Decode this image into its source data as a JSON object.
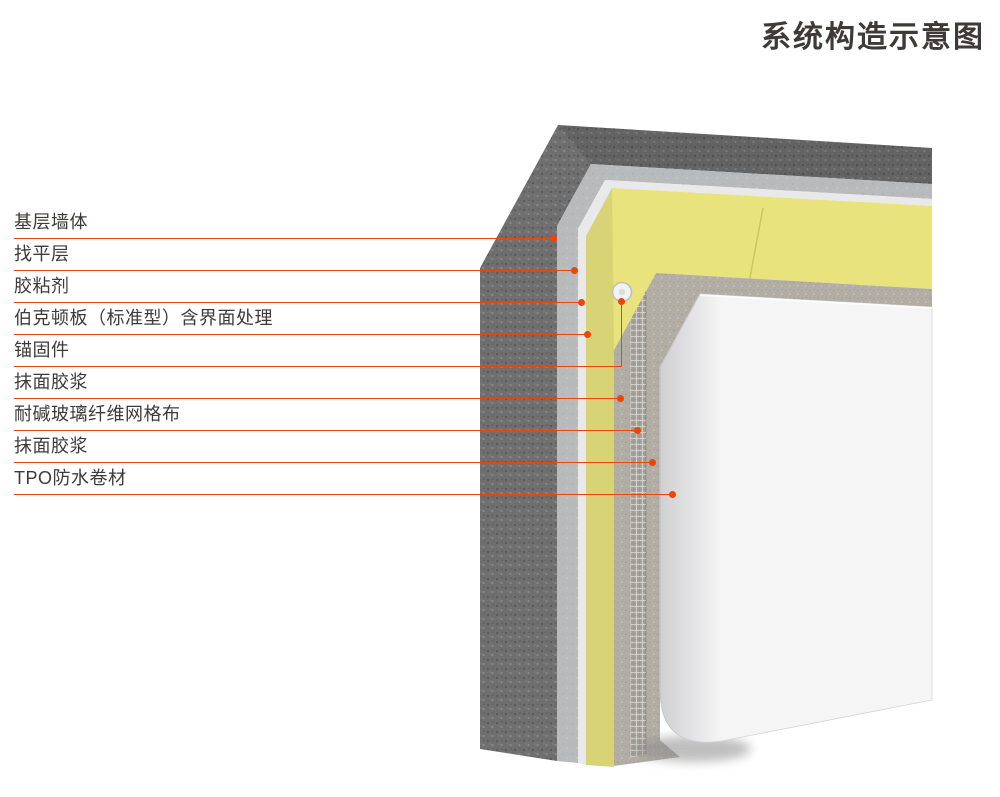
{
  "title": "系统构造示意图",
  "diagram": {
    "accent_color": "#e84709",
    "title_color": "#3e3a39",
    "layers": [
      {
        "id": "base-wall",
        "label": "基层墙体",
        "color": "#6f6f6f"
      },
      {
        "id": "leveling",
        "label": "找平层",
        "color": "#b9babc"
      },
      {
        "id": "adhesive",
        "label": "胶粘剂",
        "color": "#e9e9ea"
      },
      {
        "id": "board",
        "label": "伯克顿板（标准型）含界面处理",
        "color": "#e9e37d"
      },
      {
        "id": "anchor",
        "label": "锚固件",
        "color": "#f2f2f2"
      },
      {
        "id": "mortar-1",
        "label": "抹面胶浆",
        "color": "#b2aea5"
      },
      {
        "id": "mesh",
        "label": "耐碱玻璃纤维网格布",
        "color": "#a7a39a"
      },
      {
        "id": "mortar-2",
        "label": "抹面胶浆",
        "color": "#b2aea5"
      },
      {
        "id": "tpo",
        "label": "TPO防水卷材",
        "color": "#f5f5f6"
      }
    ]
  }
}
